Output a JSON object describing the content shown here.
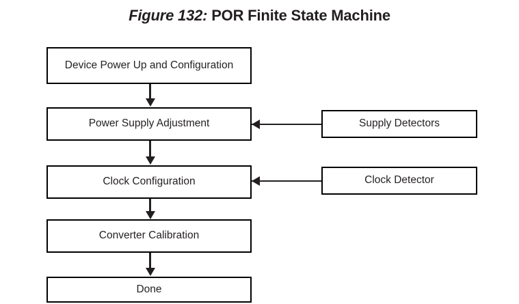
{
  "figure": {
    "label": "Figure 132:",
    "caption": "POR Finite State Machine"
  },
  "diagram": {
    "type": "flowchart",
    "orientation": "top-to-bottom",
    "nodes": [
      {
        "id": "power-up",
        "label": "Device Power Up and Configuration",
        "column": "main"
      },
      {
        "id": "supply-adjust",
        "label": "Power Supply Adjustment",
        "column": "main"
      },
      {
        "id": "clock-config",
        "label": "Clock Configuration",
        "column": "main"
      },
      {
        "id": "converter-cal",
        "label": "Converter Calibration",
        "column": "main"
      },
      {
        "id": "done",
        "label": "Done",
        "column": "main"
      },
      {
        "id": "supply-detectors",
        "label": "Supply Detectors",
        "column": "right"
      },
      {
        "id": "clock-detector",
        "label": "Clock Detector",
        "column": "right"
      }
    ],
    "edges": [
      {
        "from": "power-up",
        "to": "supply-adjust",
        "direction": "down"
      },
      {
        "from": "supply-adjust",
        "to": "clock-config",
        "direction": "down"
      },
      {
        "from": "clock-config",
        "to": "converter-cal",
        "direction": "down"
      },
      {
        "from": "converter-cal",
        "to": "done",
        "direction": "down"
      },
      {
        "from": "supply-detectors",
        "to": "supply-adjust",
        "direction": "left"
      },
      {
        "from": "clock-detector",
        "to": "clock-config",
        "direction": "left"
      }
    ],
    "colors": {
      "background": "#ffffff",
      "node_fill": "#ffffff",
      "node_border": "#000000",
      "text": "#231f20",
      "connector": "#231f20"
    }
  }
}
